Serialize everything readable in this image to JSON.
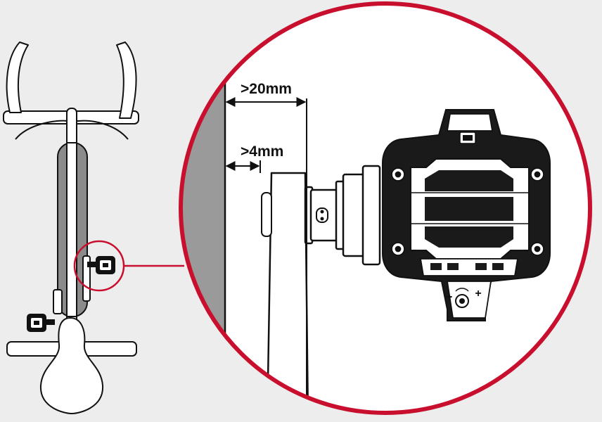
{
  "figure": {
    "accent_color": "#c8102e",
    "background_color": "#ededed",
    "wall_color": "#9a9a9a",
    "labels": {
      "dim_far": ">20mm",
      "dim_near": ">4mm",
      "minus": "−",
      "plus": "+"
    },
    "icons": [
      "bike-overview",
      "magnifier-circle",
      "pedal",
      "crank-arm",
      "wall"
    ]
  }
}
